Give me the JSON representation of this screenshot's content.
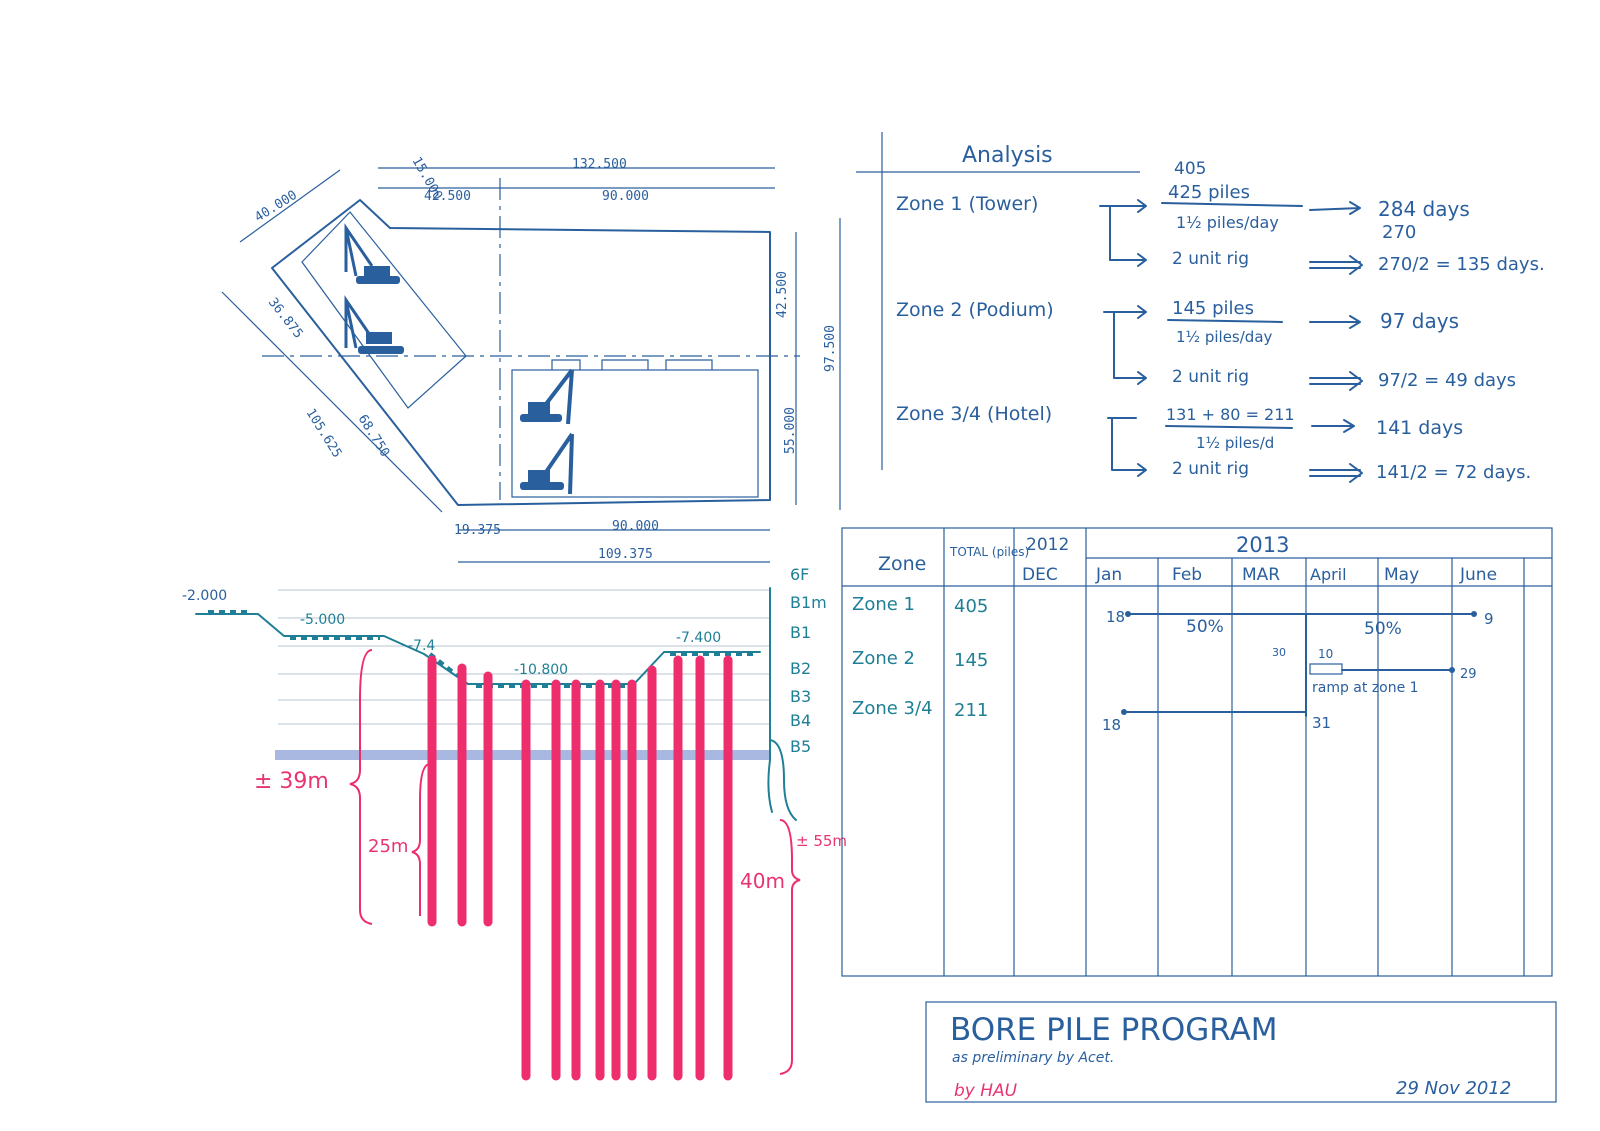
{
  "plan": {
    "dims": [
      "40.000",
      "15.000",
      "132.500",
      "42.500",
      "90.000",
      "36.875",
      "105.625",
      "68.750",
      "42.500",
      "97.500",
      "55.000",
      "19.375",
      "90.000",
      "109.375"
    ]
  },
  "section": {
    "levels": [
      "-2.000",
      "-5.000",
      "-7.4",
      "-10.800",
      "-7.400"
    ],
    "floors": [
      "6F",
      "B1m",
      "B1",
      "B2",
      "B3",
      "B4",
      "B5"
    ],
    "pile_notes": [
      "± 39m",
      "25m",
      "40m",
      "± 55m"
    ]
  },
  "analysis": {
    "title": "Analysis",
    "zone1": {
      "label": "Zone 1 (Tower)",
      "piles_old": "425 piles",
      "piles_new": "405",
      "rate": "1½ piles/day",
      "days_old": "284 days",
      "days_new": "270",
      "rigs": "2 unit rig",
      "result": "270/2 = 135 days."
    },
    "zone2": {
      "label": "Zone 2 (Podium)",
      "piles": "145 piles",
      "rate": "1½ piles/day",
      "days": "97 days",
      "rigs": "2 unit rig",
      "result": "97/2 = 49 days"
    },
    "zone34": {
      "label": "Zone 3/4 (Hotel)",
      "piles": "131 + 80 = 211",
      "rate": "1½ piles/d",
      "days": "141 days",
      "rigs": "2 unit rig",
      "result": "141/2 = 72 days."
    }
  },
  "schedule": {
    "headers": {
      "zone": "Zone",
      "total": "TOTAL (piles)",
      "year1": "2012",
      "year2": "2013",
      "months": [
        "DEC",
        "Jan",
        "Feb",
        "MAR",
        "April",
        "May",
        "June"
      ]
    },
    "rows": [
      {
        "zone": "Zone 1",
        "total": "405"
      },
      {
        "zone": "Zone 2",
        "total": "145"
      },
      {
        "zone": "Zone 3/4",
        "total": "211"
      }
    ],
    "annotations": {
      "z1_start": "18",
      "z1_end": "9",
      "pct1": "50%",
      "pct2": "50%",
      "z2_a": "30",
      "z2_b": "10",
      "z2_end": "29",
      "ramp": "ramp at zone 1",
      "z34_start": "18",
      "z34_end": "31"
    }
  },
  "titleblock": {
    "title": "BORE PILE PROGRAM",
    "subtitle": "as preliminary by Acet.",
    "author": "by HAU",
    "date": "29 Nov 2012"
  }
}
